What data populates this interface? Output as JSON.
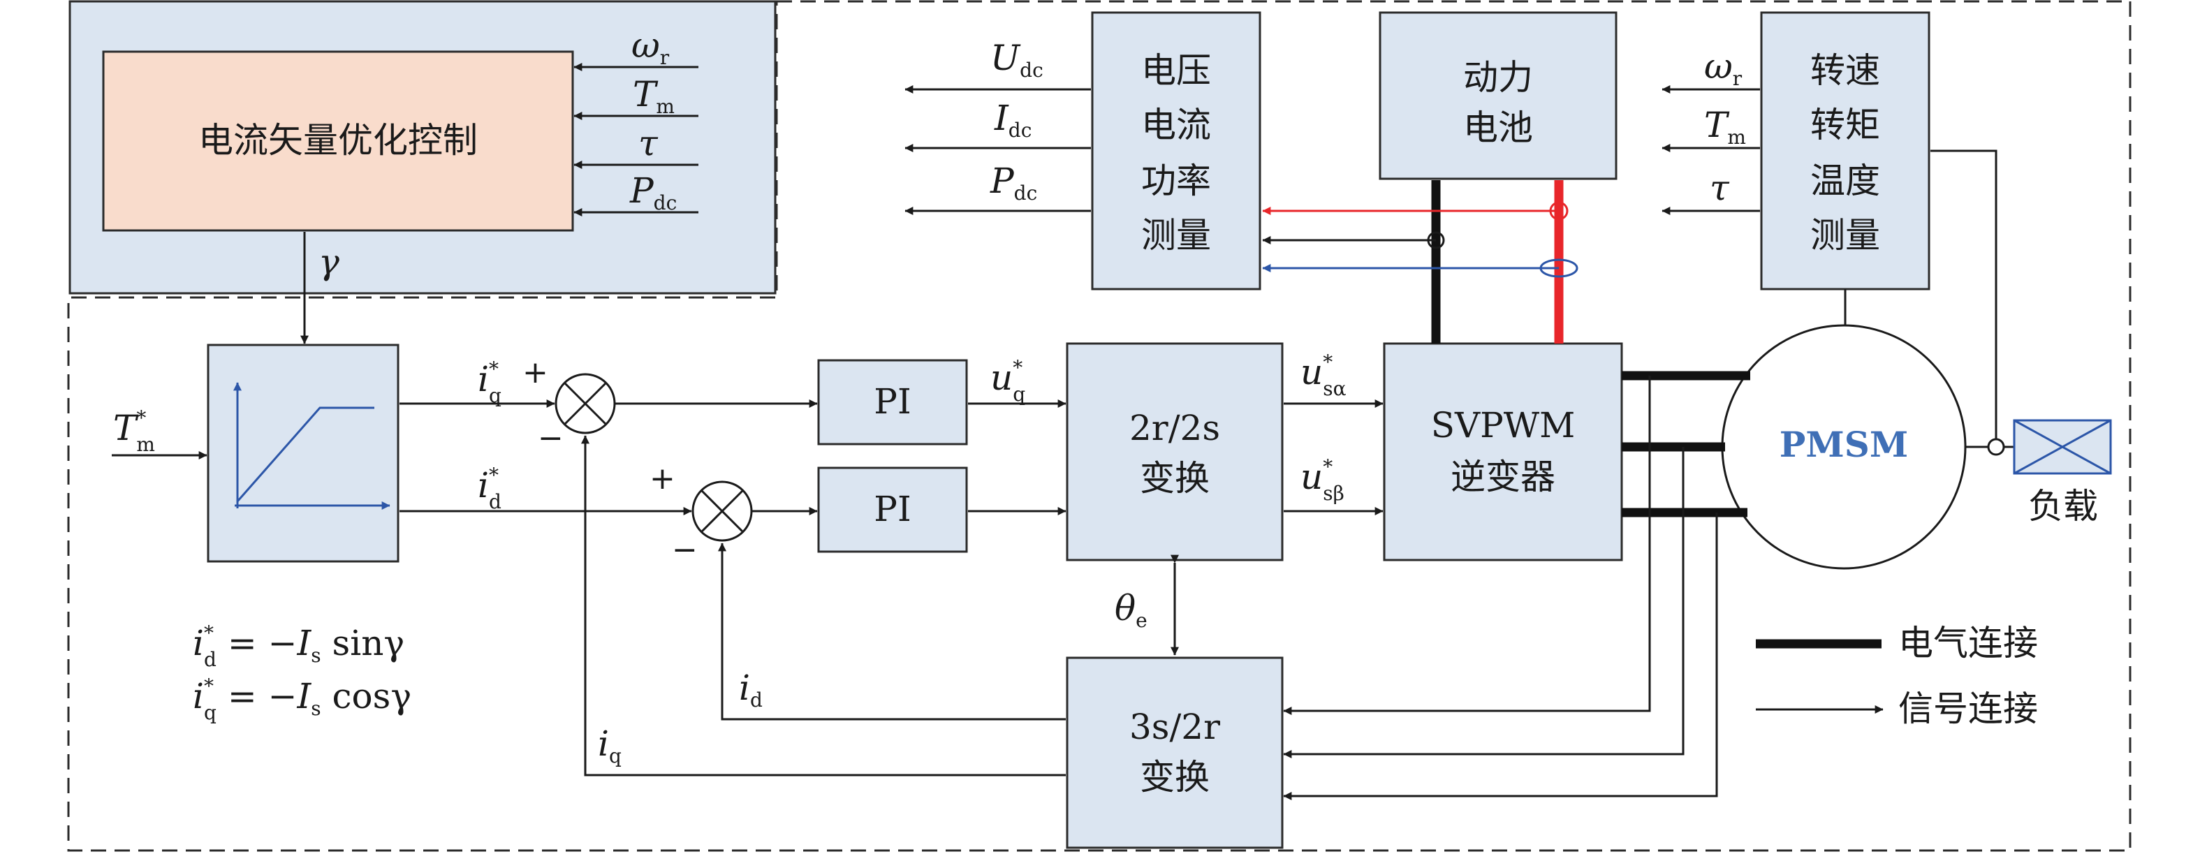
{
  "colors": {
    "block_fill": "#dbe5f1",
    "optimizer_fill": "#f9dccc",
    "red_line": "#e8262a",
    "blue_line": "#2c56a8",
    "pmsm_text": "#3f6fb6"
  },
  "blocks": {
    "optimizer": "电流矢量优化控制",
    "vi_measure": [
      "电压",
      "电流",
      "功率",
      "测量"
    ],
    "battery": [
      "动力",
      "电池"
    ],
    "speed_measure": [
      "转速",
      "转矩",
      "温度",
      "测量"
    ],
    "pi1": "PI",
    "pi2": "PI",
    "transform_2r2s": [
      "2r/2s",
      "变换"
    ],
    "svpwm": [
      "SVPWM",
      "逆变器"
    ],
    "transform_3s2r": [
      "3s/2r",
      "变换"
    ],
    "pmsm": "PMSM",
    "load": "负载"
  },
  "signals": {
    "omega": {
      "base": "ω",
      "sub": "r"
    },
    "torque": {
      "base": "T",
      "sub": "m"
    },
    "tau": {
      "base": "τ"
    },
    "pdc": {
      "base": "P",
      "sub": "dc"
    },
    "udc": {
      "base": "U",
      "sub": "dc"
    },
    "idc": {
      "base": "I",
      "sub": "dc"
    },
    "gamma": "γ",
    "torque_ref": {
      "base": "T",
      "sub": "m",
      "sup": "*"
    },
    "iq_ref": {
      "base": "i",
      "sub": "q",
      "sup": "*"
    },
    "id_ref": {
      "base": "i",
      "sub": "d",
      "sup": "*"
    },
    "uq_ref": {
      "base": "u",
      "sub": "q",
      "sup": "*"
    },
    "usa_ref": {
      "base": "u",
      "sub": "sα",
      "sup": "*"
    },
    "usb_ref": {
      "base": "u",
      "sub": "sβ",
      "sup": "*"
    },
    "theta": {
      "base": "θ",
      "sub": "e"
    },
    "id_fb": {
      "base": "i",
      "sub": "d"
    },
    "iq_fb": {
      "base": "i",
      "sub": "q"
    },
    "plus": "+",
    "minus": "−"
  },
  "equations": {
    "eq1": {
      "lhs": "i",
      "lhs_sub": "d",
      "lhs_sup": "*",
      "mid": " = −",
      "I": "I",
      "I_sub": "s",
      "fn": " sinγ"
    },
    "eq2": {
      "lhs": "i",
      "lhs_sub": "q",
      "lhs_sup": "*",
      "mid": " = −",
      "I": "I",
      "I_sub": "s",
      "fn": " cosγ"
    }
  },
  "legend": {
    "electrical": "电气连接",
    "signal": "信号连接"
  }
}
